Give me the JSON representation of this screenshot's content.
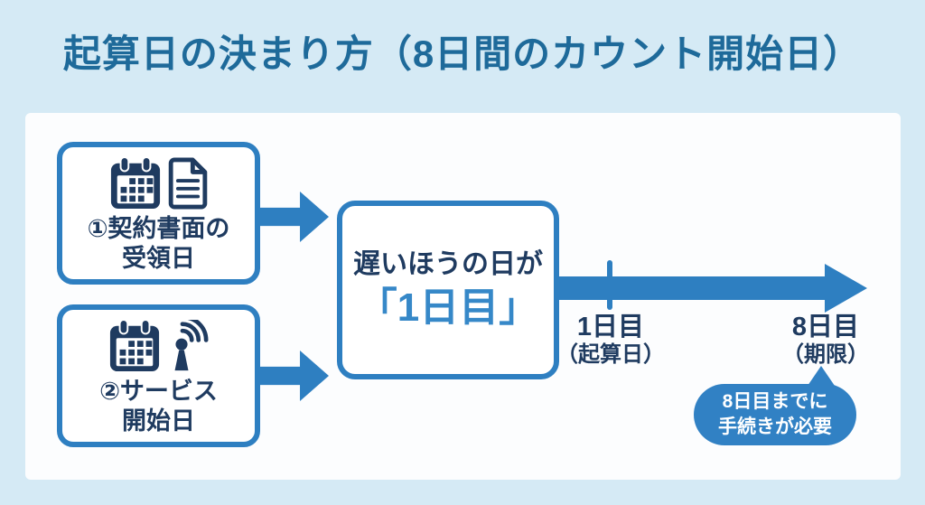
{
  "title": "起算日の決まり方（8日間のカウント開始日）",
  "colors": {
    "background": "#D5EAF5",
    "panel": "#FCFDFE",
    "accent_blue": "#2E7FC1",
    "navy_text": "#1F3B60",
    "highlight_blue": "#3688C8",
    "title_blue": "#1E6A9A",
    "callout_blue": "#3181C4",
    "callout_text": "#FFFFFF"
  },
  "flow": {
    "source_boxes": [
      {
        "label_line1": "①契約書面の",
        "label_line2": "受領日",
        "icons": [
          "calendar-icon",
          "document-icon"
        ]
      },
      {
        "label_line1": "②サービス",
        "label_line2": "開始日",
        "icons": [
          "calendar-icon",
          "antenna-icon"
        ]
      }
    ],
    "result_box": {
      "line1": "遅いほうの日が",
      "line2": "「1日目」"
    },
    "timeline": {
      "start_label": "1日目",
      "start_sublabel": "（起算日）",
      "end_label": "8日目",
      "end_sublabel": "（期限）"
    },
    "callout": {
      "line1": "8日目までに",
      "line2": "手続きが必要"
    }
  }
}
